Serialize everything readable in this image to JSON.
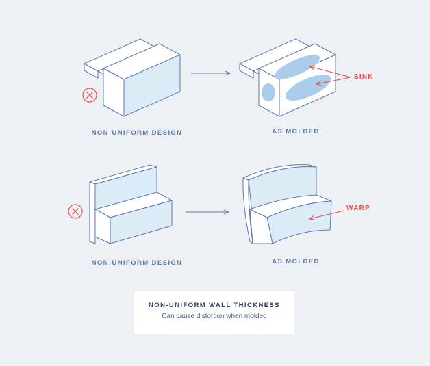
{
  "rows": [
    {
      "left_label": "NON-UNIFORM DESIGN",
      "right_label": "AS MOLDED",
      "callout": "SINK",
      "status_icon": "x-circle-icon"
    },
    {
      "left_label": "NON-UNIFORM DESIGN",
      "right_label": "AS MOLDED",
      "callout": "WARP",
      "status_icon": "x-circle-icon"
    }
  ],
  "caption": {
    "title": "NON-UNIFORM WALL THICKNESS",
    "subtitle": "Can cause distortion when molded"
  },
  "colors": {
    "background": "#eef1f3",
    "outline": "#5b77b3",
    "face_fill": "#dcecf7",
    "defect_fill": "#a9cdea",
    "callout": "#ec4e4e",
    "caption_title": "#2c3e63"
  }
}
